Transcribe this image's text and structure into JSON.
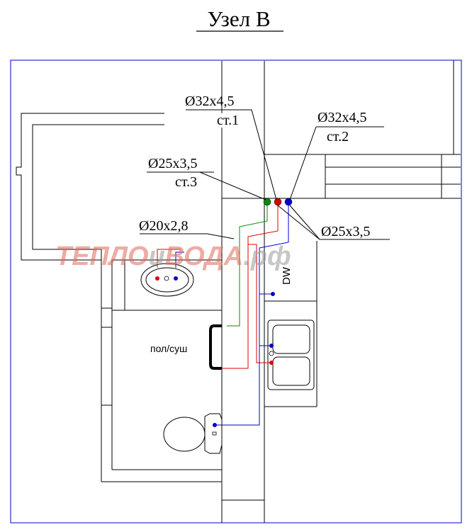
{
  "title": "Узел В",
  "labels": {
    "riser1_size": "Ø32x4,5",
    "riser1_name": "ст.1",
    "riser2_size": "Ø32x4,5",
    "riser2_name": "ст.2",
    "riser3_size": "Ø25x3,5",
    "riser3_name": "ст.3",
    "branch_20": "Ø20x2,8",
    "branch_25": "Ø25x3,5",
    "towel_dryer": "пол/суш",
    "dishwasher": "DW"
  },
  "watermark": {
    "part1": "ТЕПЛО",
    "part2": "и",
    "part3": "ВОДА",
    "part4": ".рф"
  },
  "colors": {
    "outline": "#0000cc",
    "walls": "#000000",
    "pipe_green": "#0a8a0a",
    "pipe_red": "#dd0000",
    "pipe_blue": "#0000cc",
    "watermark_red": "#e06a5a",
    "watermark_gray": "#9a9a9a"
  }
}
